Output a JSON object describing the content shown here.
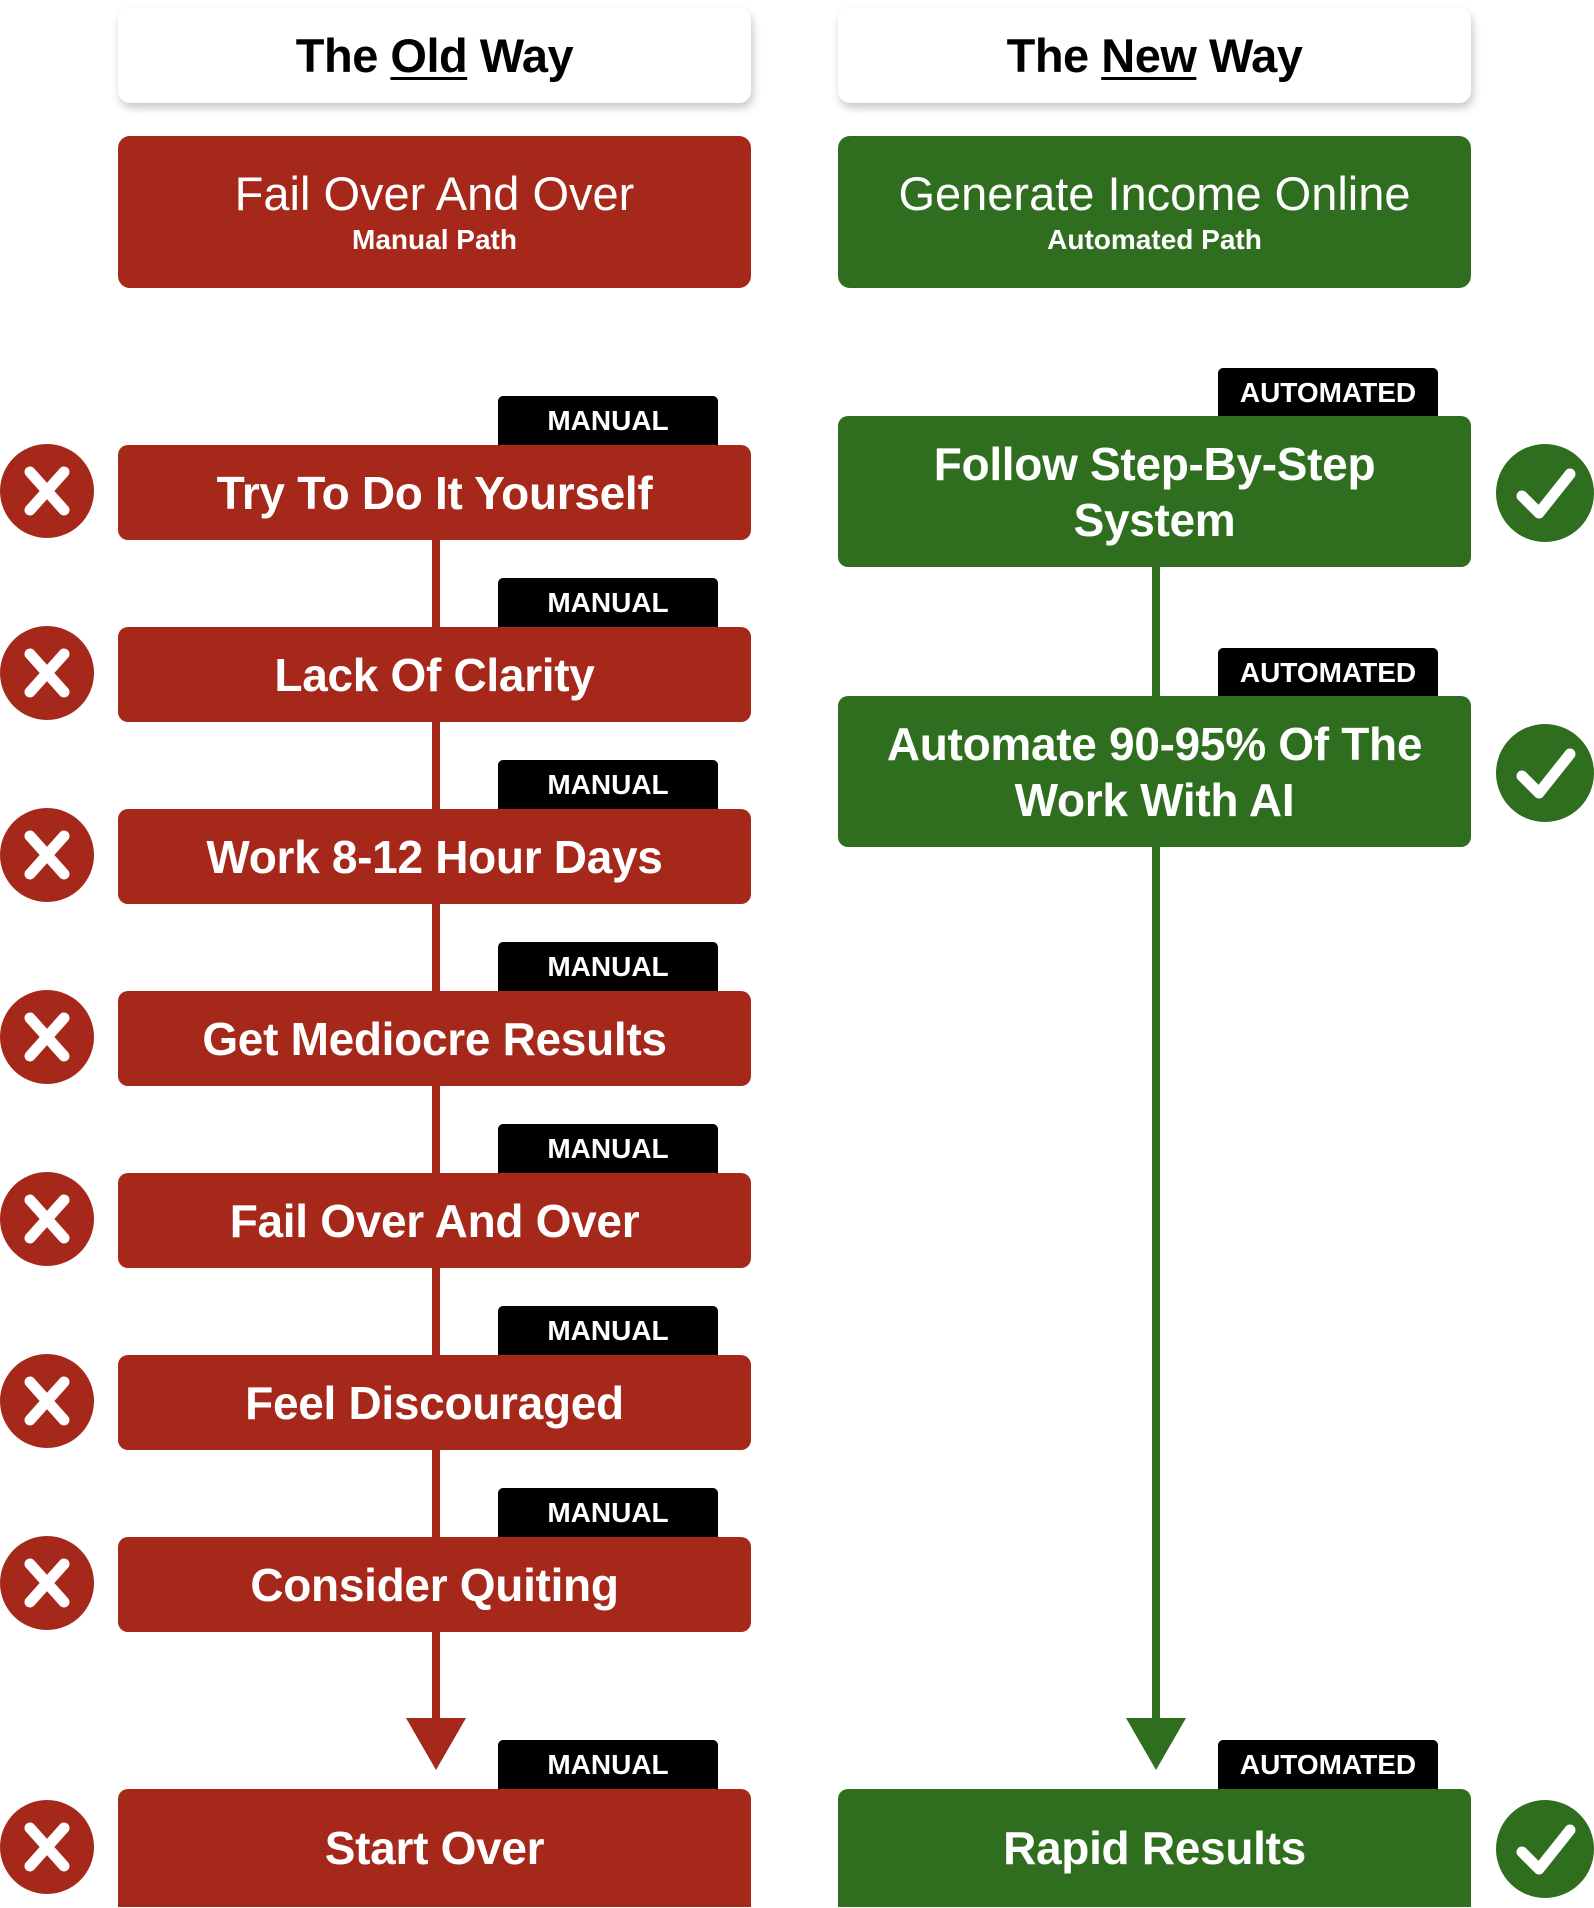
{
  "colors": {
    "red": "#a5281a",
    "green": "#2f6e1f",
    "tag": "#000000",
    "header_bg": "#ffffff"
  },
  "old": {
    "header": {
      "pre": "The",
      "key": "Old",
      "post": "Way"
    },
    "title": "Fail Over And Over",
    "subtitle": "Manual Path",
    "tag": "MANUAL",
    "steps": [
      "Try To Do It Yourself",
      "Lack Of Clarity",
      "Work 8-12 Hour Days",
      "Get Mediocre Results",
      "Fail Over And Over",
      "Feel Discouraged",
      "Consider Quiting",
      "Start Over"
    ],
    "icon": "x-mark-icon"
  },
  "new": {
    "header": {
      "pre": "The",
      "key": "New",
      "post": "Way"
    },
    "title": "Generate Income Online",
    "subtitle": "Automated Path",
    "tag": "AUTOMATED",
    "steps": [
      "Follow Step-By-Step System",
      "Automate 90-95% Of The Work With AI",
      "Rapid Results"
    ],
    "icon": "check-mark-icon"
  }
}
